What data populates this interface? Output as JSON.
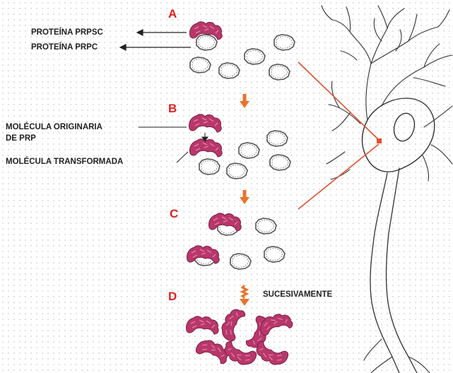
{
  "steps": {
    "a": "A",
    "b": "B",
    "c": "C",
    "d": "D"
  },
  "labels": {
    "prpsc": "PROTEÍNA PRPSC",
    "prpc": "PROTEÍNA PRPC",
    "original_line1": "MOLÉCULA ORIGINARIA",
    "original_line2": "DE PRP",
    "transformed": "MOLÉCULA TRANSFORMADA",
    "successively": "SUCESIVAMENTE"
  },
  "colors": {
    "pathogenic_protein": "#b8376a",
    "normal_protein_outline": "#555555",
    "step_letter": "#e02020",
    "progress_arrow": "#e8742a",
    "zoom_line": "#e05030",
    "neuron_outline": "#333333"
  }
}
